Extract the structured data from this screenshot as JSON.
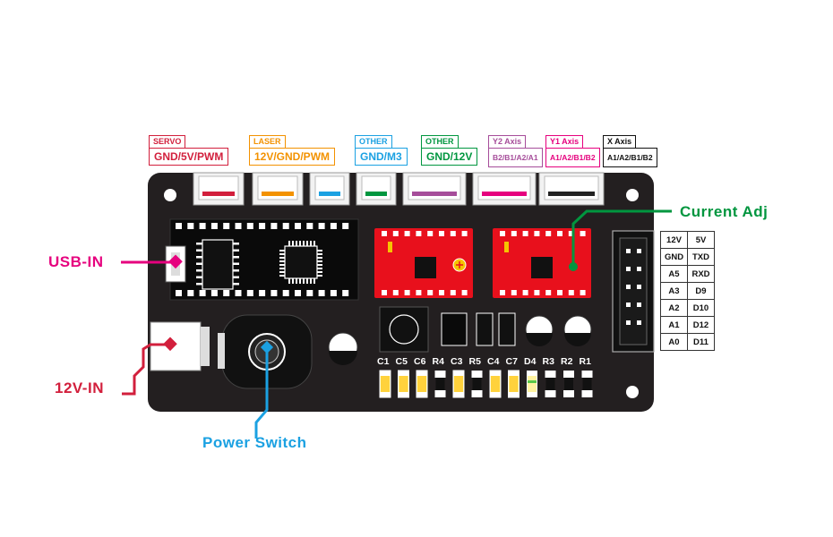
{
  "headers": [
    {
      "category": "SERVO",
      "signal": "GND/5V/PWM",
      "color": "#d21f3c",
      "small": false
    },
    {
      "category": "LASER",
      "signal": "12V/GND/PWM",
      "color": "#f39200",
      "small": false
    },
    {
      "category": "OTHER",
      "signal": "GND/M3",
      "color": "#1ba1e2",
      "small": false
    },
    {
      "category": "OTHER",
      "signal": "GND/12V",
      "color": "#00963f",
      "small": false
    },
    {
      "category": "Y2 Axis",
      "signal": "B2/B1/A2/A1",
      "color": "#a64d9a",
      "small": true
    },
    {
      "category": "Y1 Axis",
      "signal": "A1/A2/B1/B2",
      "color": "#e6007e",
      "small": true
    },
    {
      "category": "X Axis",
      "signal": "A1/A2/B1/B2",
      "color": "#111111",
      "small": true
    }
  ],
  "connector_colors": [
    "#d21f3c",
    "#f39200",
    "#1ba1e2",
    "#00963f",
    "#a64d9a",
    "#e6007e",
    "#222222"
  ],
  "callouts": {
    "current_adj": {
      "label": "Current Adj",
      "color": "#00963f"
    },
    "usb_in": {
      "label": "USB-IN",
      "color": "#e6007e"
    },
    "v12_in": {
      "label": "12V-IN",
      "color": "#d21f3c"
    },
    "power_switch": {
      "label": "Power Switch",
      "color": "#1ba1e2"
    }
  },
  "component_labels": [
    "C1",
    "C5",
    "C6",
    "R4",
    "C3",
    "R5",
    "C4",
    "C7",
    "D4",
    "R3",
    "R2",
    "R1"
  ],
  "pin_map": [
    [
      "12V",
      "5V"
    ],
    [
      "GND",
      "TXD"
    ],
    [
      "A5",
      "RXD"
    ],
    [
      "A3",
      "D9"
    ],
    [
      "A2",
      "D10"
    ],
    [
      "A1",
      "D12"
    ],
    [
      "A0",
      "D11"
    ]
  ]
}
